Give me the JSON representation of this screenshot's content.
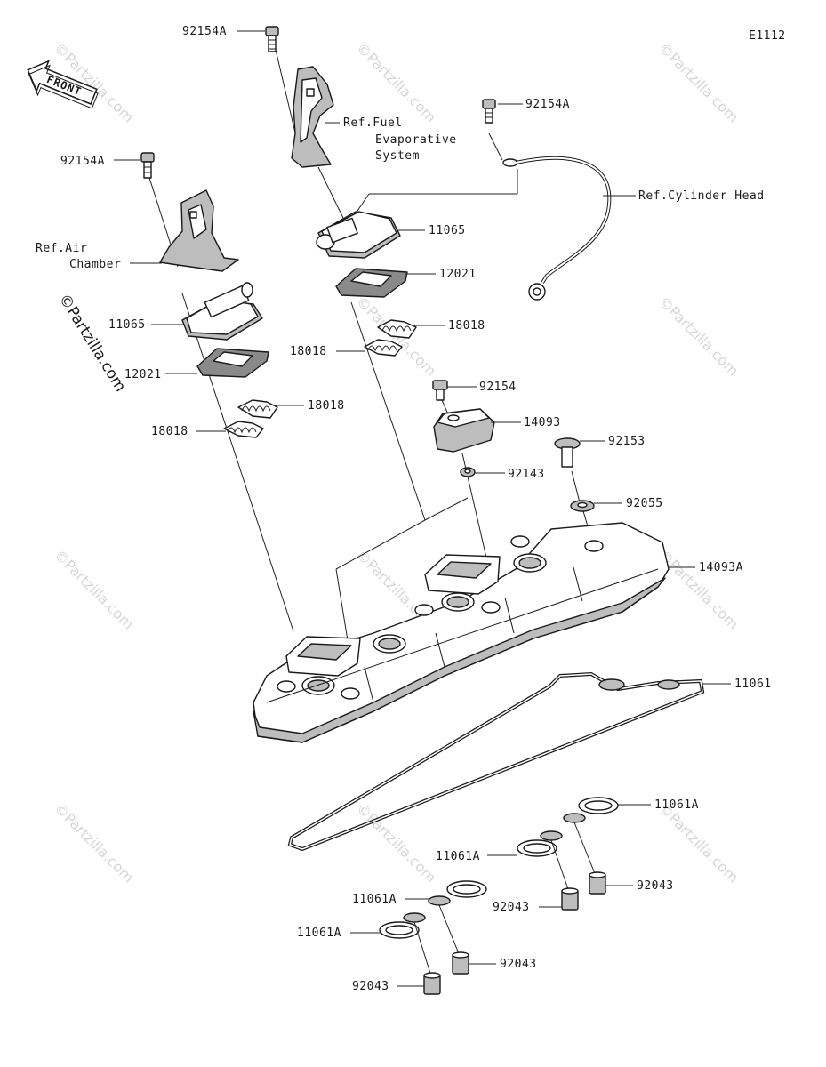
{
  "diagram_code": "E1112",
  "front_label": "FRONT",
  "copyright": "©Partzilla.com",
  "watermark": "©Partzilla.com",
  "labels": {
    "bolt_top": "92154A",
    "ref_fuel_1": "Ref.Fuel",
    "ref_fuel_2": "Evaporative",
    "ref_fuel_3": "System",
    "bolt_right": "92154A",
    "ref_cyl_head": "Ref.Cylinder Head",
    "bolt_left": "92154A",
    "ref_air_1": "Ref.Air",
    "ref_air_2": "Chamber",
    "valve_right": "11065",
    "plate_right": "12021",
    "clamp_right_a": "18018",
    "clamp_right_b": "18018",
    "valve_left": "11065",
    "plate_left": "12021",
    "clamp_left_a": "18018",
    "clamp_left_b": "18018",
    "bolt_92154": "92154",
    "block_14093": "14093",
    "bolt_92153": "92153",
    "washer_92143": "92143",
    "washer_92055": "92055",
    "cover_14093a": "14093A",
    "gasket_11061": "11061",
    "gasket_a1": "11061A",
    "gasket_a2": "11061A",
    "gasket_a3": "11061A",
    "gasket_a4": "11061A",
    "collar_1": "92043",
    "collar_2": "92043",
    "collar_3": "92043",
    "collar_4": "92043"
  }
}
